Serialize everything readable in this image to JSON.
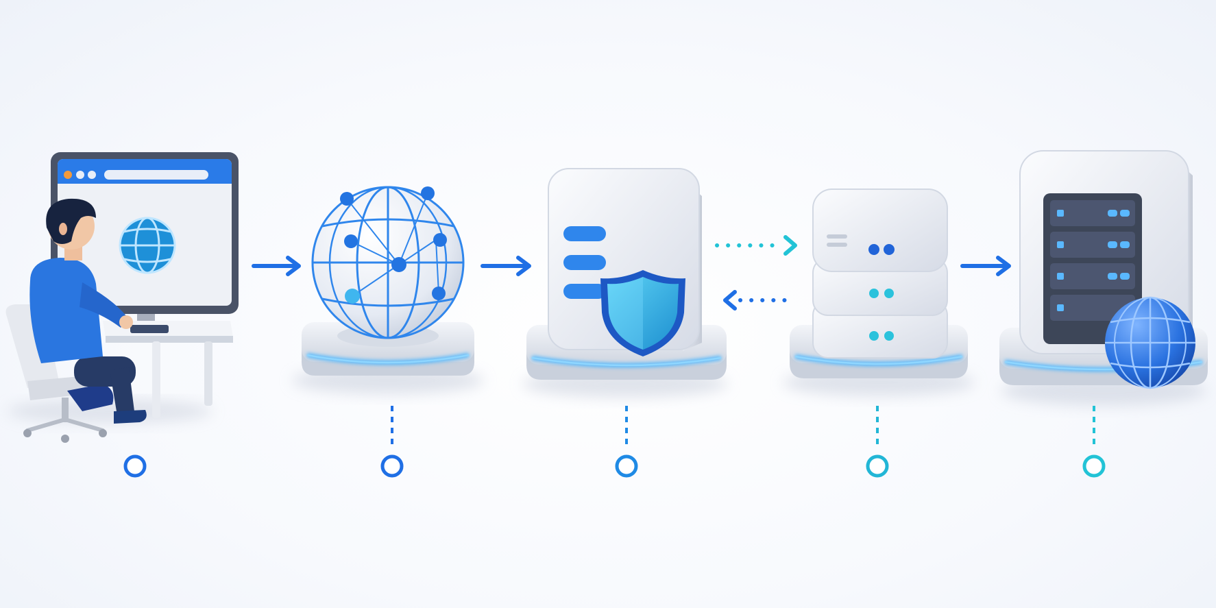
{
  "diagram": {
    "type": "network-request-flow",
    "nodes": [
      {
        "id": "user-workstation",
        "icon": "user-at-computer-icon"
      },
      {
        "id": "internet",
        "icon": "network-globe-icon"
      },
      {
        "id": "firewall-server",
        "icon": "shield-server-icon"
      },
      {
        "id": "server-stack",
        "icon": "server-stack-icon"
      },
      {
        "id": "data-center",
        "icon": "server-rack-globe-icon"
      }
    ],
    "edges": [
      {
        "from": "user-workstation",
        "to": "internet",
        "style": "solid"
      },
      {
        "from": "internet",
        "to": "firewall-server",
        "style": "solid"
      },
      {
        "from": "firewall-server",
        "to": "server-stack",
        "style": "dotted"
      },
      {
        "from": "server-stack",
        "to": "firewall-server",
        "style": "dotted"
      },
      {
        "from": "server-stack",
        "to": "data-center",
        "style": "solid"
      }
    ],
    "timeline_markers": 5
  },
  "colors": {
    "primary_blue": "#1f6fe5",
    "cyan": "#22c3d6",
    "shield": "#2fb0e6",
    "panel_gray": "#e4e8f0",
    "dark_rack": "#3d4658",
    "led": "#5ab8ff"
  }
}
